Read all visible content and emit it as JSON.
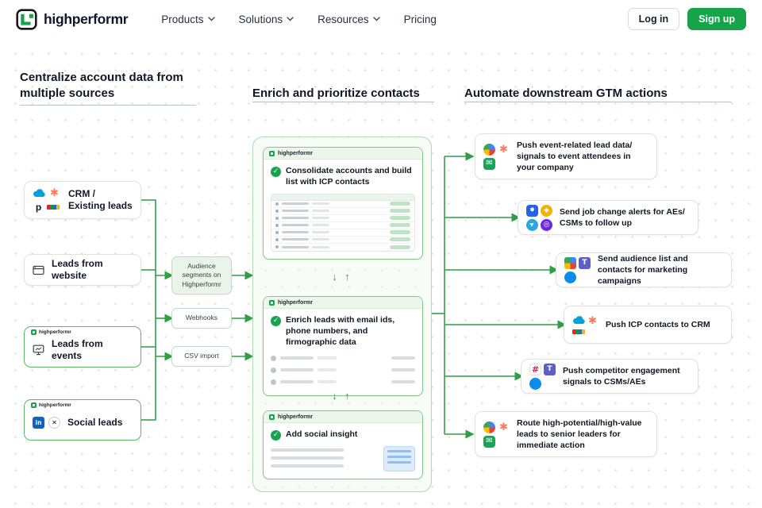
{
  "header": {
    "brand": "highperformr",
    "nav": [
      {
        "label": "Products",
        "has_dropdown": true
      },
      {
        "label": "Solutions",
        "has_dropdown": true
      },
      {
        "label": "Resources",
        "has_dropdown": true
      },
      {
        "label": "Pricing",
        "has_dropdown": false
      }
    ],
    "login_label": "Log in",
    "signup_label": "Sign up"
  },
  "diagram": {
    "col_titles": {
      "left": "Centralize account data from multiple sources",
      "middle": "Enrich and prioritize contacts",
      "right": "Automate downstream GTM actions"
    },
    "sources": [
      {
        "label": "CRM / Existing leads",
        "icons": [
          "salesforce-icon",
          "hubspot-icon",
          "pipedrive-icon",
          "zoho-icon"
        ]
      },
      {
        "label": "Leads from website",
        "icons": [
          "browser-icon"
        ]
      },
      {
        "label": "Leads from events",
        "badge": "highperformr",
        "icons": [
          "presentation-icon"
        ]
      },
      {
        "label": "Social leads",
        "badge": "highperformr",
        "icons": [
          "linkedin-icon",
          "x-icon"
        ]
      }
    ],
    "hub_items": [
      "Audience segments on Highperformr",
      "Webhooks",
      "CSV import"
    ],
    "pipeline": [
      {
        "brand": "highperformr",
        "text": "Consolidate accounts and build list with ICP contacts"
      },
      {
        "brand": "highperformr",
        "text": "Enrich leads with email ids, phone numbers, and firmographic data"
      },
      {
        "brand": "highperformr",
        "text": "Add social insight"
      }
    ],
    "actions": [
      {
        "text": "Push event-related lead data/ signals to event attendees in your company",
        "icons": [
          "pinwheel-icon",
          "hubspot-icon",
          "mail-icon"
        ]
      },
      {
        "text": "Send job change alerts for AEs/ CSMs to follow up",
        "icons": [
          "blue-app-icon",
          "gem-icon",
          "telegram-icon",
          "purple-app-icon"
        ]
      },
      {
        "text": "Send audience list and contacts for marketing campaigns",
        "icons": [
          "color-grid-icon",
          "teams-icon",
          "blue-circle-icon"
        ]
      },
      {
        "text": "Push ICP contacts to CRM",
        "icons": [
          "salesforce-icon",
          "hubspot-icon",
          "zoho-icon"
        ]
      },
      {
        "text": "Push competitor engagement signals to CSMs/AEs",
        "icons": [
          "slack-icon",
          "teams-icon",
          "blue-circle-icon"
        ]
      },
      {
        "text": "Route high-potential/high-value leads to senior leaders for immediate action",
        "icons": [
          "pinwheel-icon",
          "hubspot-icon",
          "mail-icon"
        ]
      }
    ],
    "colors": {
      "accent_green": "#17a34a",
      "connector_green": "#2f9e44"
    }
  }
}
